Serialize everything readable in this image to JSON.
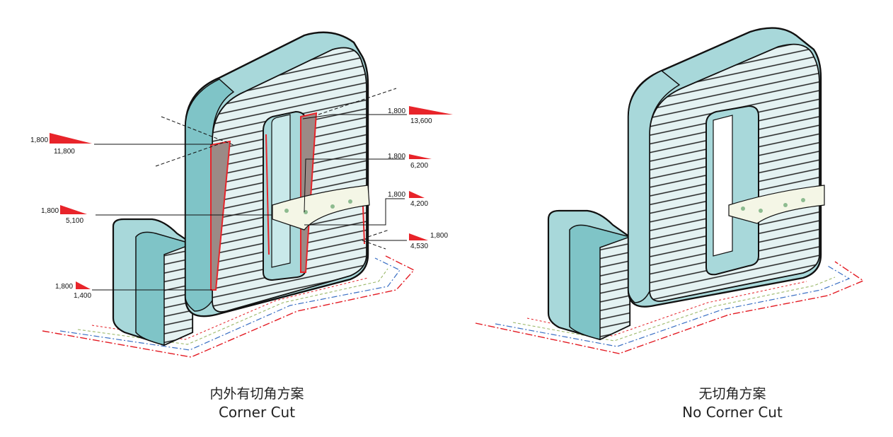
{
  "colors": {
    "facade": "#a8d8da",
    "facade_dark": "#7fc4c7",
    "stripe": "#222222",
    "cut_red": "#e8242a",
    "cut_fill": "#9b8a86",
    "site_red": "#e31b23",
    "site_blue": "#3a6fc4",
    "site_green": "#9bb86a"
  },
  "left_diagram": {
    "caption_zh": "内外有切角方案",
    "caption_en": "Corner Cut",
    "dimensions": [
      {
        "top": "1,800",
        "bottom": "11,800"
      },
      {
        "top": "1,800",
        "bottom": "5,100"
      },
      {
        "top": "1,800",
        "bottom": "1,400"
      },
      {
        "top": "1,800",
        "bottom": "13,600"
      },
      {
        "top": "1,800",
        "bottom": "6,200"
      },
      {
        "top": "1,800",
        "bottom": "4,200"
      },
      {
        "top": "1,800",
        "bottom": "4,530"
      }
    ]
  },
  "right_diagram": {
    "caption_zh": "无切角方案",
    "caption_en": "No Corner Cut"
  }
}
